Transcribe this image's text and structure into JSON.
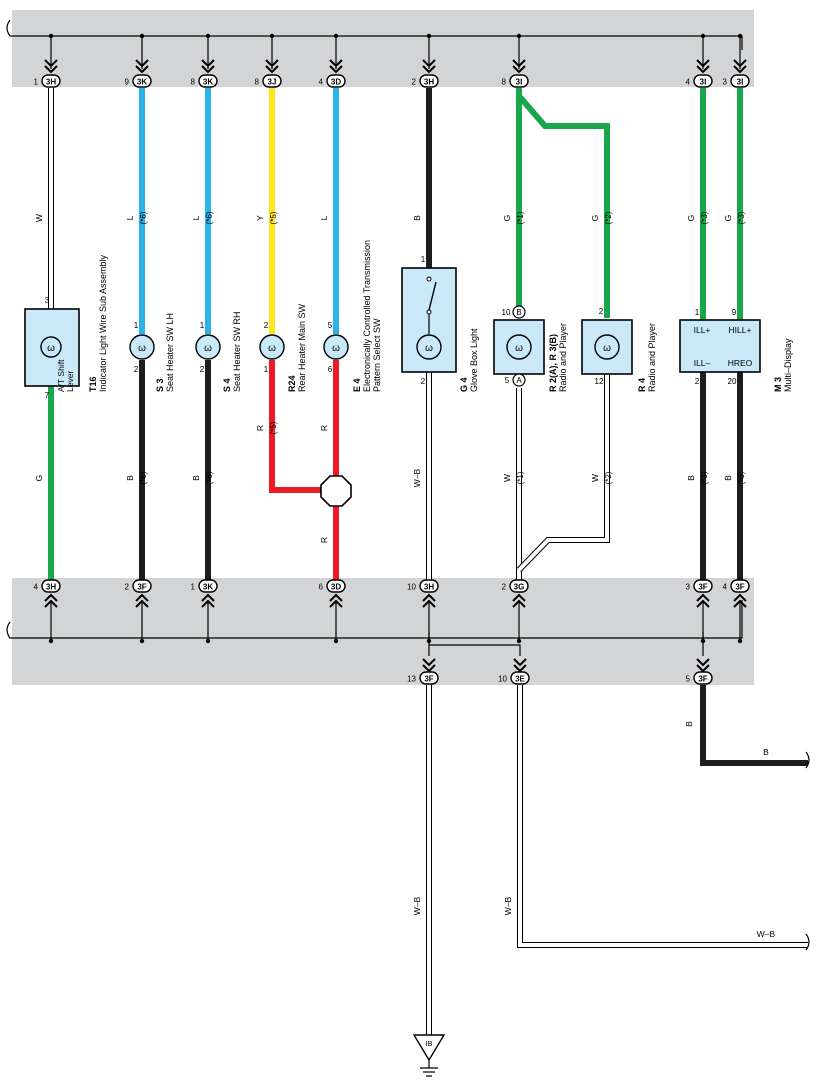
{
  "colors": {
    "panel": "#d3d4d6",
    "wire_W": "#ffffff",
    "wire_L": "#2ab3e8",
    "wire_Y": "#ffe51a",
    "wire_B": "#1d1d1d",
    "wire_G": "#1aa64a",
    "wire_R": "#ec1c24",
    "wire_WB": "#ffffff",
    "component_fill": "#c9e8f8"
  },
  "top_connectors": [
    {
      "pin": "1",
      "code": "3H"
    },
    {
      "pin": "9",
      "code": "3K"
    },
    {
      "pin": "8",
      "code": "3K"
    },
    {
      "pin": "8",
      "code": "3J"
    },
    {
      "pin": "4",
      "code": "3D"
    },
    {
      "pin": "2",
      "code": "3H"
    },
    {
      "pin": "8",
      "code": "3I"
    },
    {
      "pin": "4",
      "code": "3I"
    },
    {
      "pin": "3",
      "code": "3I"
    }
  ],
  "bottom_connectors": [
    {
      "pin": "4",
      "code": "3H"
    },
    {
      "pin": "2",
      "code": "3F"
    },
    {
      "pin": "1",
      "code": "3K"
    },
    {
      "pin": "6",
      "code": "3D"
    },
    {
      "pin": "10",
      "code": "3H"
    },
    {
      "pin": "2",
      "code": "3G"
    },
    {
      "pin": "3",
      "code": "3F"
    },
    {
      "pin": "4",
      "code": "3F"
    }
  ],
  "lower_connectors": [
    {
      "pin": "13",
      "code": "3F"
    },
    {
      "pin": "10",
      "code": "3E"
    },
    {
      "pin": "5",
      "code": "3F"
    }
  ],
  "wire_labels": [
    {
      "color": "W",
      "note": ""
    },
    {
      "color": "L",
      "note": "(*6)"
    },
    {
      "color": "L",
      "note": "(*6)"
    },
    {
      "color": "Y",
      "note": "(*5)"
    },
    {
      "color": "L",
      "note": ""
    },
    {
      "color": "B",
      "note": ""
    },
    {
      "color": "G",
      "note": "(*1)"
    },
    {
      "color": "G",
      "note": "(*2)"
    },
    {
      "color": "G",
      "note": "(*3)"
    },
    {
      "color": "G",
      "note": "(*3)"
    },
    {
      "color": "G",
      "note": ""
    },
    {
      "color": "B",
      "note": "(*6)"
    },
    {
      "color": "B",
      "note": "(*6)"
    },
    {
      "color": "R",
      "note": "(*5)"
    },
    {
      "color": "R",
      "note": ""
    },
    {
      "color": "R",
      "note": ""
    },
    {
      "color": "W–B",
      "note": ""
    },
    {
      "color": "W",
      "note": "(*1)"
    },
    {
      "color": "W",
      "note": "(*2)"
    },
    {
      "color": "B",
      "note": "(*3)"
    },
    {
      "color": "B",
      "note": "(*3)"
    },
    {
      "color": "B",
      "note": ""
    },
    {
      "color": "B",
      "note": ""
    },
    {
      "color": "W–B",
      "note": ""
    },
    {
      "color": "W–B",
      "note": ""
    },
    {
      "color": "W–B",
      "note": ""
    }
  ],
  "components": {
    "t16": {
      "code": "T16",
      "name": "Indicator Light Wire Sub Assembly",
      "inner1": "A/T Shift",
      "inner2": "Lever",
      "pin_top": "3",
      "pin_bottom": "7"
    },
    "s3": {
      "code": "S 3",
      "name": "Seat Heater SW LH",
      "pin_top": "1",
      "pin_bottom": "2"
    },
    "s4": {
      "code": "S 4",
      "name": "Seat Heater SW RH",
      "pin_top": "1",
      "pin_bottom": "2"
    },
    "r24": {
      "code": "R24",
      "name": "Rear Heater Main SW",
      "pin_top": "2",
      "pin_bottom": "1"
    },
    "e4": {
      "code": "E 4",
      "name1": "Electronically Controlled Transmission",
      "name2": "Pattern Select SW",
      "pin_top": "5",
      "pin_bottom": "6"
    },
    "g4": {
      "code": "G 4",
      "name": "Glove Box Light",
      "pin_top": "1",
      "pin_bottom": "2"
    },
    "r2": {
      "code": "R 2(A), R 3(B)",
      "name": "Radio and Player",
      "pin_top": "10",
      "pin_bottom": "5",
      "tag_top": "B",
      "tag_bottom": "A"
    },
    "r4": {
      "code": "R 4",
      "name": "Radio and Player",
      "pin_top": "2",
      "pin_bottom": "12"
    },
    "m3": {
      "code": "M 3",
      "name": "Multi–Display",
      "pin_tl": "1",
      "pin_tr": "9",
      "pin_bl": "2",
      "pin_br": "20",
      "lbl_tl": "ILL+",
      "lbl_tr": "HILL+",
      "lbl_bl": "ILL–",
      "lbl_br": "HREO"
    }
  },
  "ground": {
    "label": "IB"
  }
}
